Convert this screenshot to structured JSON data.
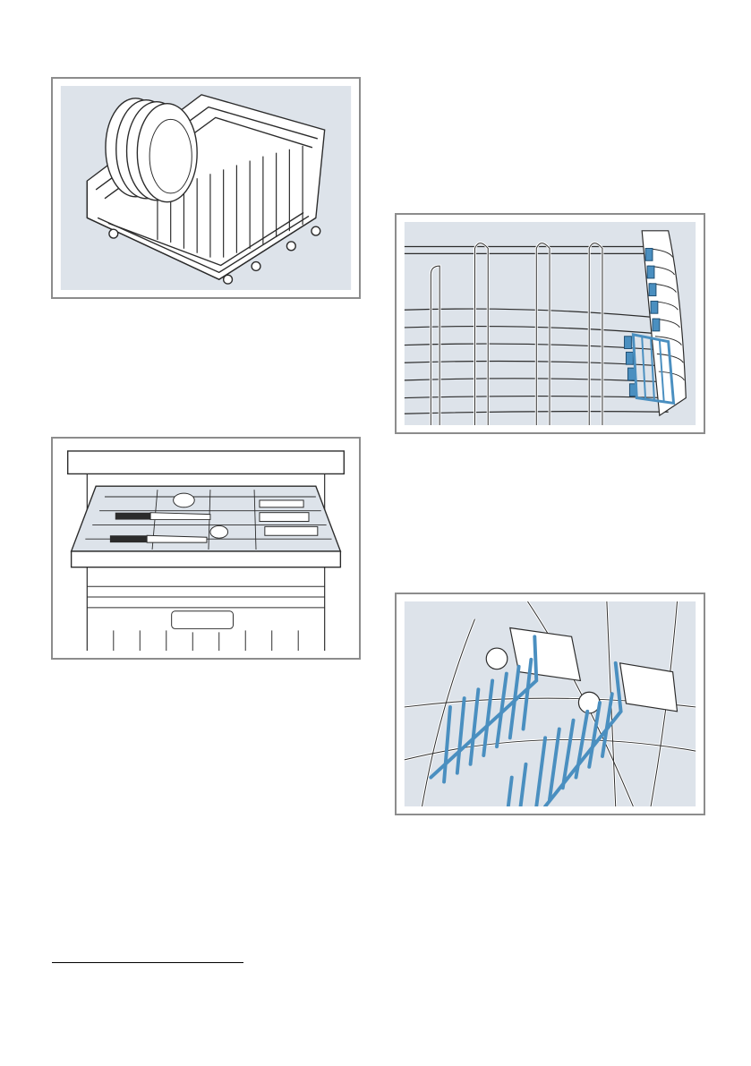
{
  "colors": {
    "panel_background": "#dde3ea",
    "frame_border": "#8c8c8c",
    "highlight_blue": "#4a8fc0",
    "line_dark": "#2b2b2b",
    "paper_white": "#ffffff"
  },
  "figures": [
    {
      "id": "lower-basket-with-plates"
    },
    {
      "id": "cutlery-drawer"
    },
    {
      "id": "rack-with-highlighted-tines"
    },
    {
      "id": "folding-tines-detail"
    }
  ]
}
